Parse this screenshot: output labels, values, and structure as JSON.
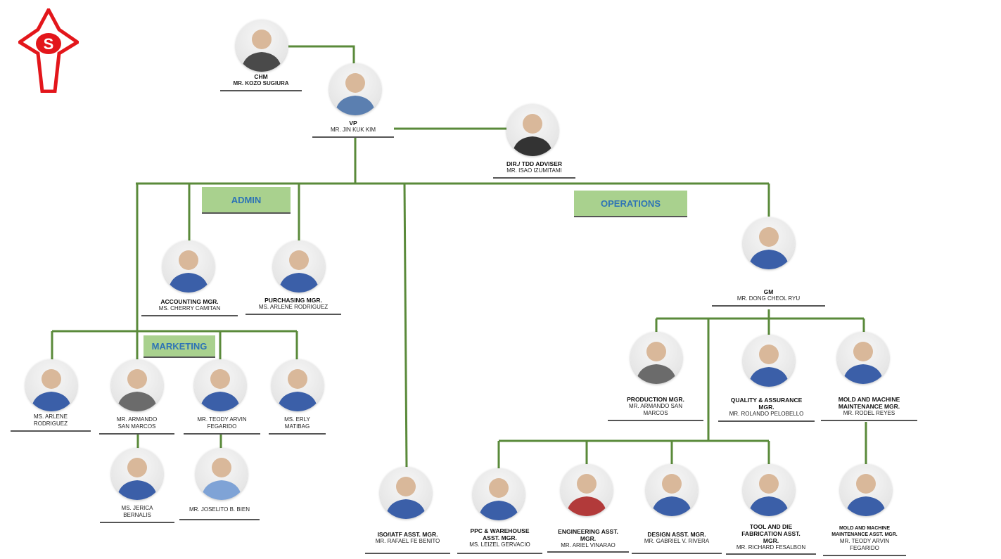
{
  "colors": {
    "line": "#5a8a3a",
    "dept_bg": "#a9d18e",
    "dept_text": "#2e74b5",
    "logo": "#e3161b"
  },
  "logo": {
    "letter": "S"
  },
  "departments": {
    "admin": "ADMIN",
    "operations": "OPERATIONS",
    "marketing": "MARKETING"
  },
  "people": {
    "chm": {
      "title": "CHM",
      "name": "MR. KOZO SUGIURA"
    },
    "vp": {
      "title": "VP",
      "name": "MR. JIN KUK KIM"
    },
    "adviser": {
      "title": "DIR./ TDD ADVISER",
      "name": "MR. ISAO IZUMITAMI"
    },
    "accounting": {
      "title": "ACCOUNTING MGR.",
      "name": "MS. CHERRY CAMITAN"
    },
    "purchasing": {
      "title": "PURCHASING MGR.",
      "name": "MS. ARLENE RODRIGUEZ"
    },
    "gm": {
      "title": "GM",
      "name": "MR. DONG CHEOL RYU"
    },
    "mkt1": {
      "title": "",
      "name": "MS. ARLENE RODRIGUEZ"
    },
    "mkt2": {
      "title": "",
      "name": "MR. ARMANDO SAN MARCOS"
    },
    "mkt3": {
      "title": "",
      "name": "MR. TEODY ARVIN FEGARIDO"
    },
    "mkt4": {
      "title": "",
      "name": "MS. ERLY MATIBAG"
    },
    "mkt5": {
      "title": "",
      "name": "MS. JERICA BERNALIS"
    },
    "mkt6": {
      "title": "",
      "name": "MR. JOSELITO B. BIEN"
    },
    "production": {
      "title": "PRODUCTION MGR.",
      "name": "MR. ARMANDO SAN MARCOS"
    },
    "quality": {
      "title": "QUALITY & ASSURANCE MGR.",
      "name": "MR. ROLANDO PELOBELLO"
    },
    "mold": {
      "title": "MOLD AND MACHINE MAINTENANCE MGR.",
      "name": "MR. RODEL REYES"
    },
    "iso": {
      "title": "ISO/IATF ASST. MGR.",
      "name": "MR. RAFAEL FE BENITO"
    },
    "ppc": {
      "title": "PPC & WAREHOUSE ASST. MGR.",
      "name": "MS. LEIZEL GERVACIO"
    },
    "engineering": {
      "title": "ENGINEERING ASST. MGR.",
      "name": "MR. ARIEL VINARAO"
    },
    "design": {
      "title": "DESIGN ASST. MGR.",
      "name": "MR. GABRIEL V. RIVERA"
    },
    "tooldie": {
      "title": "TOOL AND DIE FABRICATION ASST. MGR.",
      "name": "MR. RICHARD FESALBON"
    },
    "moldasst": {
      "title": "MOLD AND MACHINE MAINTENANCE ASST. MGR.",
      "name": "MR. TEODY ARVIN FEGARIDO"
    }
  }
}
